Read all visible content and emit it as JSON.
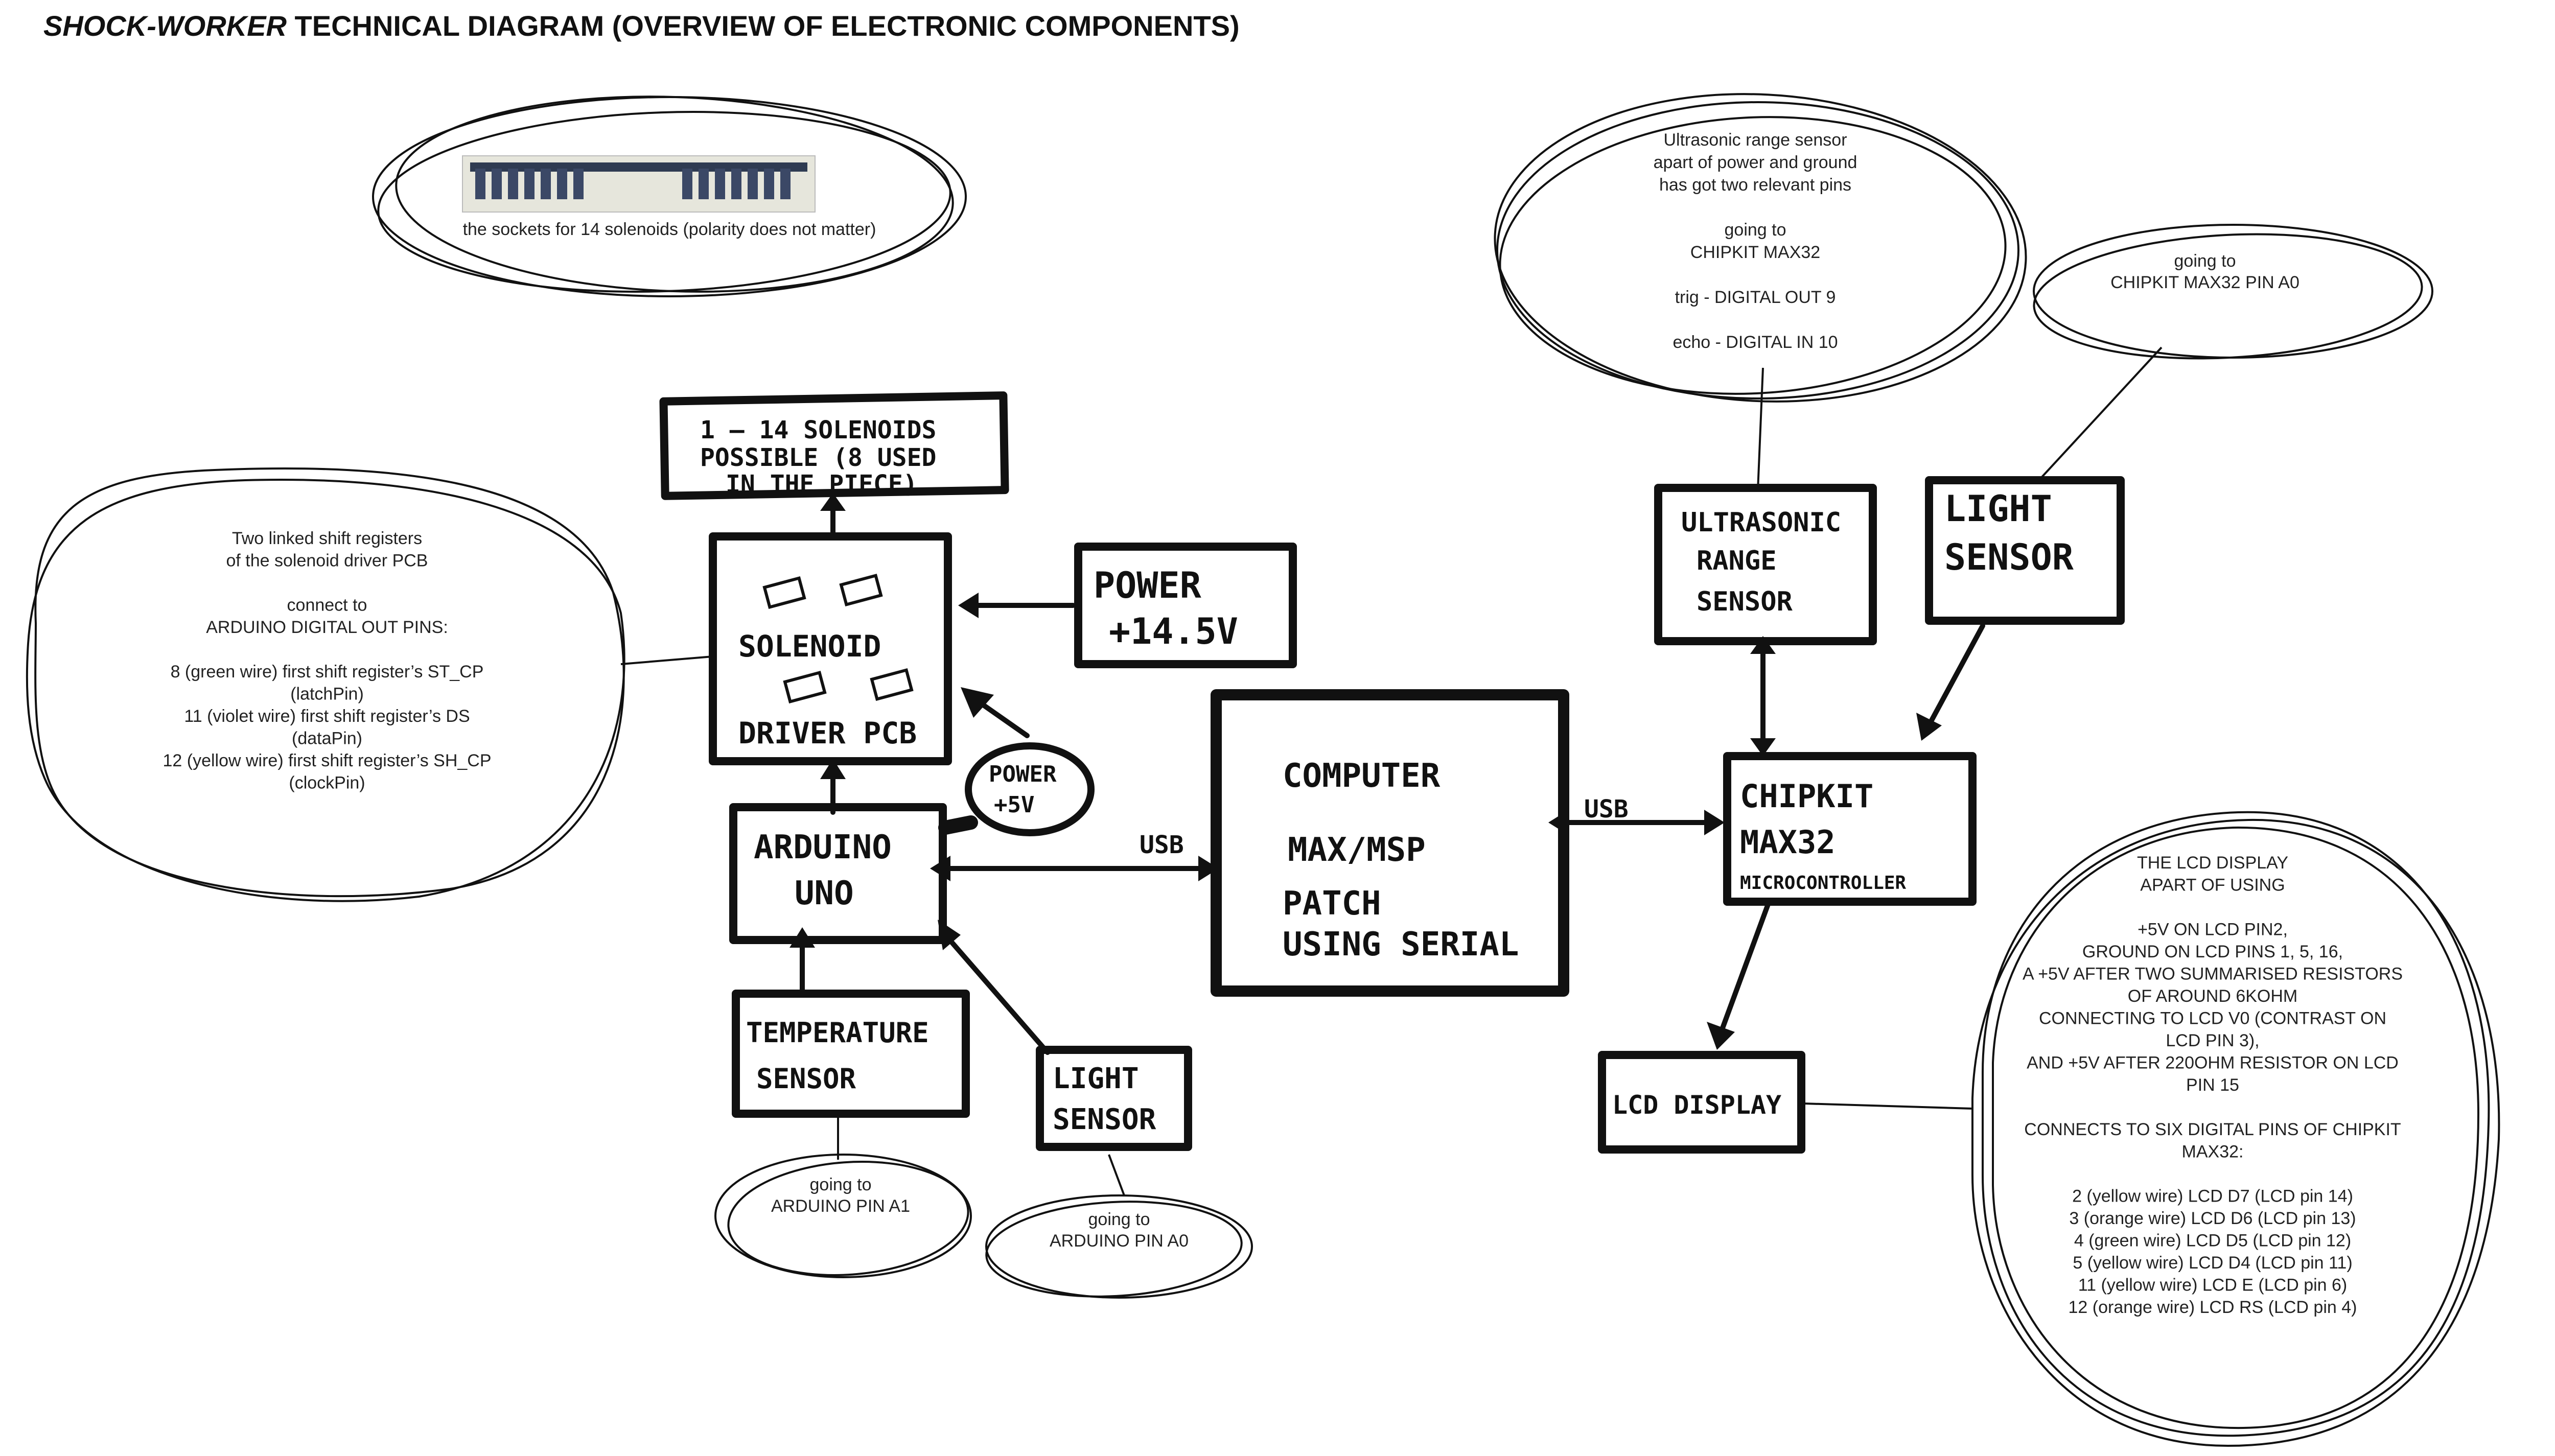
{
  "title": {
    "italic": "SHOCK-WORKER",
    "rest": " TECHNICAL DIAGRAM (OVERVIEW OF ELECTRONIC COMPONENTS)"
  },
  "boxes": {
    "solenoids": [
      "1 – 14 SOLENOIDS",
      "POSSIBLE (8 USED",
      "IN THE PIECE)"
    ],
    "driver": [
      "SOLENOID",
      "DRIVER PCB"
    ],
    "power_14": [
      "POWER",
      "+14.5V"
    ],
    "power_5": [
      "POWER",
      "+5V"
    ],
    "arduino": [
      "ARDUINO",
      "UNO"
    ],
    "temperature": [
      "TEMPERATURE",
      "SENSOR"
    ],
    "light_left": [
      "LIGHT",
      "SENSOR"
    ],
    "computer": [
      "COMPUTER",
      "MAX/MSP",
      "PATCH",
      "USING SERIAL"
    ],
    "usb_left": "USB",
    "usb_right": "USB",
    "ultrasonic": [
      "ULTRASONIC",
      "RANGE",
      "SENSOR"
    ],
    "light_right": [
      "LIGHT",
      "SENSOR"
    ],
    "chipkit": [
      "CHIPKIT",
      "MAX32",
      "MICROCONTROLLER"
    ],
    "lcd": "LCD DISPLAY"
  },
  "notes": {
    "sockets": "the sockets for 14 solenoids (polarity does not matter)",
    "shift": [
      "Two linked shift registers",
      "of the solenoid driver PCB",
      "",
      "connect to",
      "ARDUINO DIGITAL OUT PINS:",
      "",
      "8 (green wire) first shift register’s ST_CP",
      "(latchPin)",
      "11 (violet wire)  first shift register’s DS",
      "(dataPin)",
      "12 (yellow wire) first shift register’s SH_CP",
      "(clockPin)"
    ],
    "ultrasonic": [
      "Ultrasonic range sensor",
      "apart of power and ground",
      "has got two relevant pins",
      "",
      "going to",
      "CHIPKIT MAX32",
      "",
      "trig - DIGITAL OUT 9",
      "",
      "echo - DIGITAL IN 10"
    ],
    "light_right": [
      "going to",
      "CHIPKIT MAX32 PIN A0"
    ],
    "temperature": [
      "going to",
      "ARDUINO PIN A1"
    ],
    "light_left": [
      "going to",
      "ARDUINO PIN A0"
    ],
    "lcd": [
      "THE LCD DISPLAY",
      "APART OF USING",
      "",
      "+5V ON LCD PIN2,",
      "GROUND ON LCD PINS 1, 5, 16,",
      "A +5V AFTER TWO SUMMARISED RESISTORS",
      "OF AROUND 6KOHM",
      "CONNECTING TO LCD V0 (CONTRAST ON",
      "LCD PIN 3),",
      "AND +5V AFTER 220OHM RESISTOR ON LCD",
      "PIN 15",
      "",
      "CONNECTS TO SIX DIGITAL PINS OF CHIPKIT",
      "MAX32:",
      "",
      "2 (yellow wire) LCD D7 (LCD pin 14)",
      "3 (orange wire) LCD D6 (LCD pin 13)",
      "4 (green wire) LCD D5 (LCD pin 12)",
      "5 (yellow wire) LCD D4 (LCD pin 11)",
      "11 (yellow wire) LCD E (LCD pin 6)",
      "12 (orange wire) LCD RS (LCD pin 4)"
    ]
  }
}
